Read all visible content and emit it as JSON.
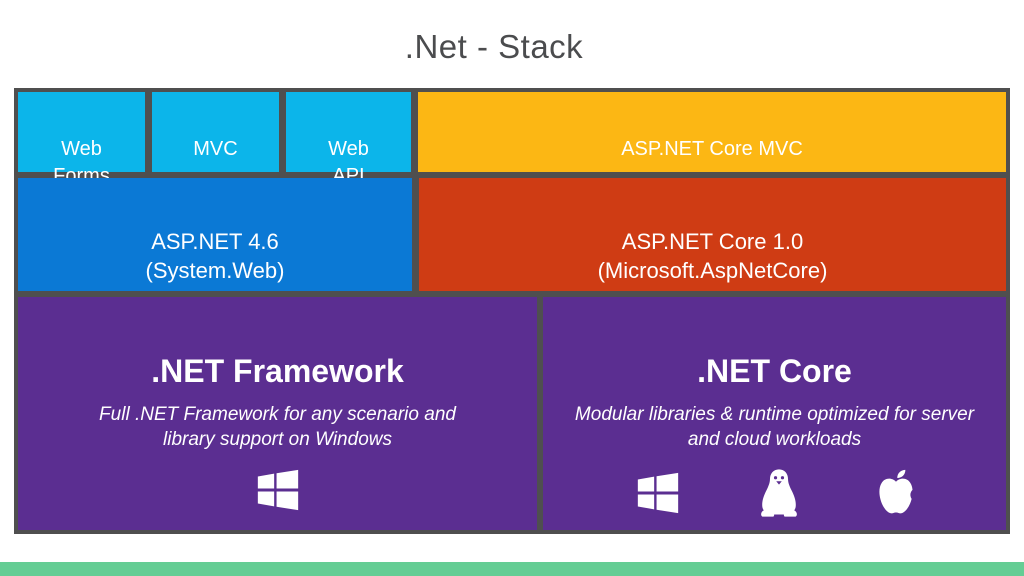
{
  "title": ".Net - Stack",
  "diagram": {
    "top_row": {
      "web_forms": "Web\nForms",
      "mvc": "MVC",
      "web_api": "Web\nAPI",
      "aspnet_core_mvc": "ASP.NET Core MVC"
    },
    "middle_row": {
      "aspnet_46": "ASP.NET 4.6\n(System.Web)",
      "aspnet_core_10": "ASP.NET Core 1.0\n(Microsoft.AspNetCore)"
    },
    "bottom_row": {
      "net_framework": {
        "heading": ".NET Framework",
        "description": "Full .NET Framework for any scenario and library support on Windows",
        "icons": [
          "windows-icon"
        ]
      },
      "net_core": {
        "heading": ".NET Core",
        "description": "Modular libraries & runtime optimized for server and cloud workloads",
        "icons": [
          "windows-icon",
          "linux-icon",
          "apple-icon"
        ]
      }
    }
  },
  "colors": {
    "cyan": "#0cb5ea",
    "orange": "#fcb714",
    "blue": "#0b79d5",
    "red": "#cf3c14",
    "purple": "#5b2e91",
    "frame_gray": "#4f4f4f",
    "footer_green": "#64cd94",
    "title_gray": "#4b4c4e"
  }
}
